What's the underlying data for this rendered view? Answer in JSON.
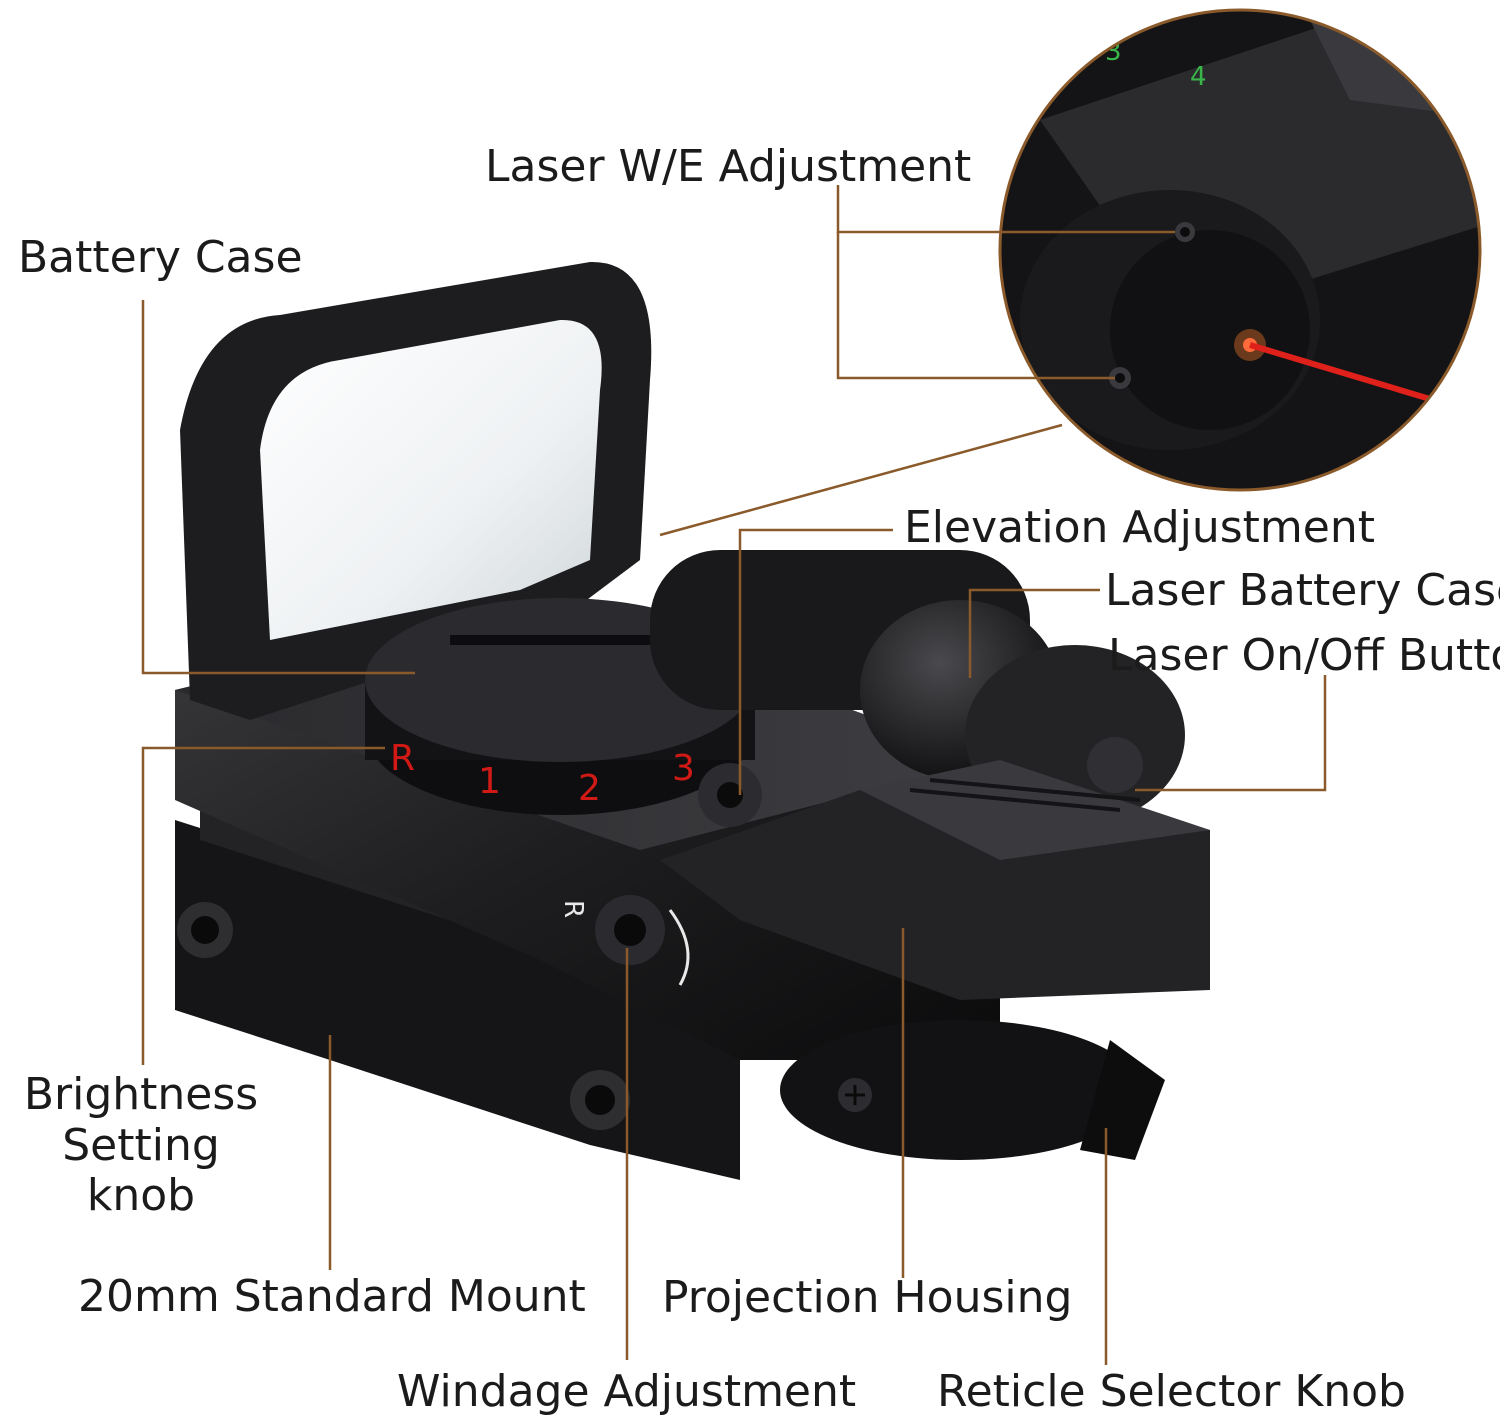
{
  "labels": {
    "laser_we_adjustment": "Laser W/E Adjustment",
    "battery_case": "Battery Case",
    "elevation_adjustment": "Elevation Adjustment",
    "laser_battery_case": "Laser Battery Case",
    "laser_on_off_button": "Laser On/Off Button",
    "brightness_setting_knob_line1": "Brightness",
    "brightness_setting_knob_line2": "Setting knob",
    "standard_mount": "20mm Standard Mount",
    "projection_housing": "Projection Housing",
    "windage_adjustment": "Windage Adjustment",
    "reticle_selector_knob": "Reticle Selector Knob"
  },
  "dial_markings": [
    "R",
    "1",
    "2",
    "3"
  ],
  "side_marking": "R",
  "zoom_dial_markings": [
    "3",
    "4"
  ],
  "colors": {
    "leader_line": "#8a5a2b",
    "body": "#1c1c1e",
    "laser_beam": "#e0201a",
    "dial_numbers": "#d11a15"
  }
}
